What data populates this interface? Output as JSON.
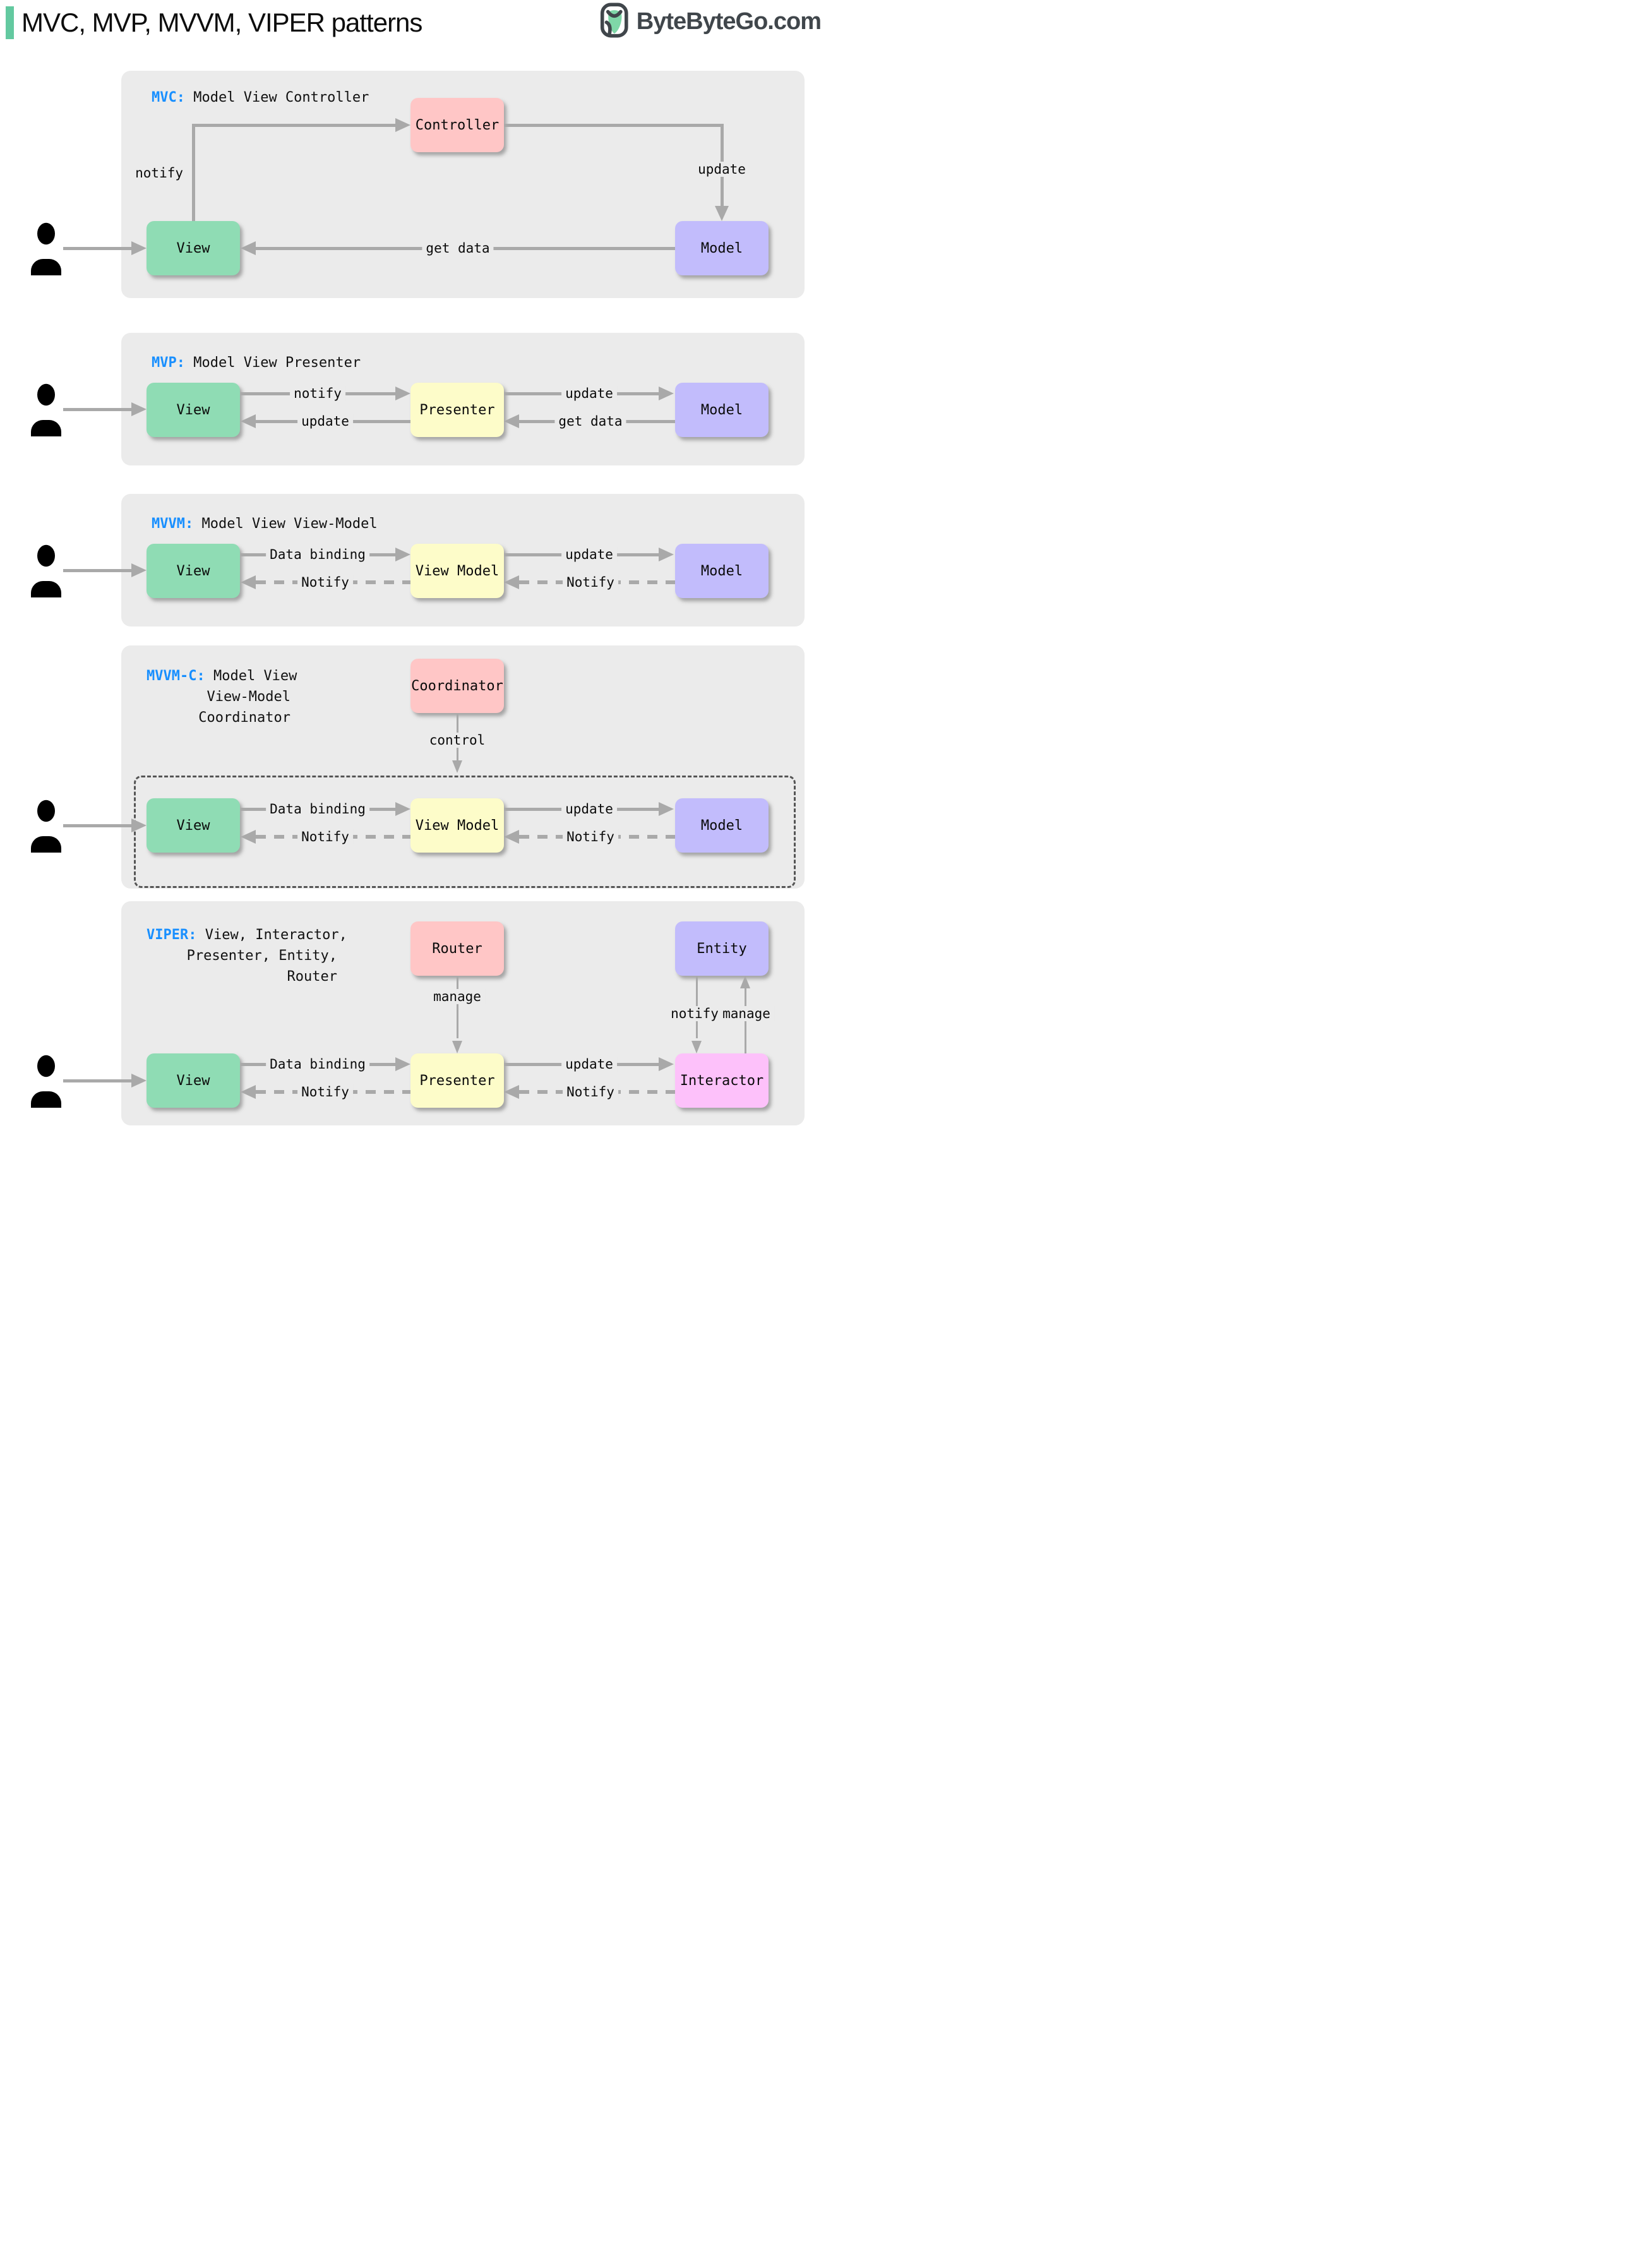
{
  "header": {
    "title": "MVC, MVP, MVVM, VIPER patterns",
    "brand": "ByteByteGo.com"
  },
  "colors": {
    "accent_green": "#63c9a0",
    "abbr_blue": "#188fff",
    "panel_bg": "#ebebeb",
    "box_green": "#8fdcb4",
    "box_pink": "#ffc6c6",
    "box_purple": "#c2bcfc",
    "box_yellow": "#fdfcc9",
    "box_magenta": "#fdc1fa",
    "arrow_gray": "#a9a9a9"
  },
  "panels": [
    {
      "abbr": "MVC:",
      "name": "Model View Controller",
      "boxes": {
        "controller": "Controller",
        "view": "View",
        "model": "Model"
      },
      "labels": {
        "notify": "notify",
        "update": "update",
        "get_data": "get data"
      }
    },
    {
      "abbr": "MVP:",
      "name": "Model View Presenter",
      "boxes": {
        "view": "View",
        "presenter": "Presenter",
        "model": "Model"
      },
      "labels": {
        "notify": "notify",
        "update_to_model": "update",
        "update_to_view": "update",
        "get_data": "get data"
      }
    },
    {
      "abbr": "MVVM:",
      "name": "Model View View-Model",
      "boxes": {
        "view": "View",
        "view_model": "View Model",
        "model": "Model"
      },
      "labels": {
        "data_binding": "Data binding",
        "notify_to_view": "Notify",
        "update": "update",
        "notify_to_view_model": "Notify"
      }
    },
    {
      "abbr": "MVVM-C:",
      "name_lines": [
        "Model View",
        "View-Model",
        "Coordinator"
      ],
      "boxes": {
        "coordinator": "Coordinator",
        "view": "View",
        "view_model": "View Model",
        "model": "Model"
      },
      "labels": {
        "control": "control",
        "data_binding": "Data binding",
        "notify_to_view": "Notify",
        "update": "update",
        "notify_to_view_model": "Notify"
      }
    },
    {
      "abbr": "VIPER:",
      "name_lines": [
        "View, Interactor,",
        "Presenter, Entity,",
        "Router"
      ],
      "boxes": {
        "router": "Router",
        "entity": "Entity",
        "view": "View",
        "presenter": "Presenter",
        "interactor": "Interactor"
      },
      "labels": {
        "manage_router": "manage",
        "notify_entity": "notify",
        "manage_entity": "manage",
        "data_binding": "Data binding",
        "notify_to_view": "Notify",
        "update": "update",
        "notify_to_presenter": "Notify"
      }
    }
  ]
}
